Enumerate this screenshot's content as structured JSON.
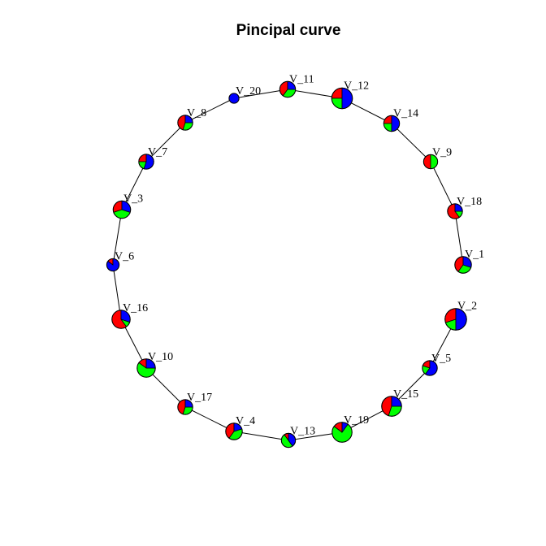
{
  "title": "Pincipal curve",
  "colors": {
    "red": "#ff0000",
    "green": "#00ff00",
    "blue": "#0000ff",
    "edge": "#000000"
  },
  "path_order": [
    "V_1",
    "V_18",
    "V_9",
    "V_14",
    "V_12",
    "V_11",
    "V_20",
    "V_8",
    "V_7",
    "V_3",
    "V_6",
    "V_16",
    "V_10",
    "V_17",
    "V_4",
    "V_13",
    "V_19",
    "V_15",
    "V_5",
    "V_2"
  ],
  "nodes": [
    {
      "id": "V_1",
      "label": "V_1",
      "size": 1.0,
      "fractions": {
        "red": 0.4,
        "green": 0.3,
        "blue": 0.3
      }
    },
    {
      "id": "V_18",
      "label": "V_18",
      "size": 0.9,
      "fractions": {
        "red": 0.6,
        "green": 0.15,
        "blue": 0.25
      }
    },
    {
      "id": "V_9",
      "label": "V_9",
      "size": 0.85,
      "fractions": {
        "red": 0.5,
        "green": 0.5,
        "blue": 0.0
      }
    },
    {
      "id": "V_14",
      "label": "V_14",
      "size": 0.95,
      "fractions": {
        "red": 0.25,
        "green": 0.25,
        "blue": 0.5
      }
    },
    {
      "id": "V_12",
      "label": "V_12",
      "size": 1.25,
      "fractions": {
        "red": 0.25,
        "green": 0.25,
        "blue": 0.5
      }
    },
    {
      "id": "V_11",
      "label": "V_11",
      "size": 0.95,
      "fractions": {
        "red": 0.4,
        "green": 0.35,
        "blue": 0.25
      }
    },
    {
      "id": "V_20",
      "label": "V_20",
      "size": 0.6,
      "fractions": {
        "red": 0.0,
        "green": 0.0,
        "blue": 1.0
      }
    },
    {
      "id": "V_8",
      "label": "V_8",
      "size": 0.9,
      "fractions": {
        "red": 0.45,
        "green": 0.3,
        "blue": 0.25
      }
    },
    {
      "id": "V_7",
      "label": "V_7",
      "size": 0.9,
      "fractions": {
        "red": 0.25,
        "green": 0.2,
        "blue": 0.55
      }
    },
    {
      "id": "V_3",
      "label": "V_3",
      "size": 1.05,
      "fractions": {
        "red": 0.3,
        "green": 0.4,
        "blue": 0.3
      }
    },
    {
      "id": "V_6",
      "label": "V_6",
      "size": 0.75,
      "fractions": {
        "red": 0.15,
        "green": 0.0,
        "blue": 0.85
      }
    },
    {
      "id": "V_16",
      "label": "V_16",
      "size": 1.1,
      "fractions": {
        "red": 0.6,
        "green": 0.1,
        "blue": 0.3
      }
    },
    {
      "id": "V_10",
      "label": "V_10",
      "size": 1.1,
      "fractions": {
        "red": 0.15,
        "green": 0.6,
        "blue": 0.25
      }
    },
    {
      "id": "V_17",
      "label": "V_17",
      "size": 0.9,
      "fractions": {
        "red": 0.45,
        "green": 0.3,
        "blue": 0.25
      }
    },
    {
      "id": "V_4",
      "label": "V_4",
      "size": 1.0,
      "fractions": {
        "red": 0.4,
        "green": 0.4,
        "blue": 0.2
      }
    },
    {
      "id": "V_13",
      "label": "V_13",
      "size": 0.85,
      "fractions": {
        "red": 0.1,
        "green": 0.5,
        "blue": 0.4
      }
    },
    {
      "id": "V_19",
      "label": "V_19",
      "size": 1.2,
      "fractions": {
        "red": 0.15,
        "green": 0.75,
        "blue": 0.1
      }
    },
    {
      "id": "V_15",
      "label": "V_15",
      "size": 1.2,
      "fractions": {
        "red": 0.45,
        "green": 0.3,
        "blue": 0.25
      }
    },
    {
      "id": "V_5",
      "label": "V_5",
      "size": 0.9,
      "fractions": {
        "red": 0.2,
        "green": 0.2,
        "blue": 0.6
      }
    },
    {
      "id": "V_2",
      "label": "V_2",
      "size": 1.3,
      "fractions": {
        "red": 0.3,
        "green": 0.2,
        "blue": 0.5
      }
    }
  ]
}
